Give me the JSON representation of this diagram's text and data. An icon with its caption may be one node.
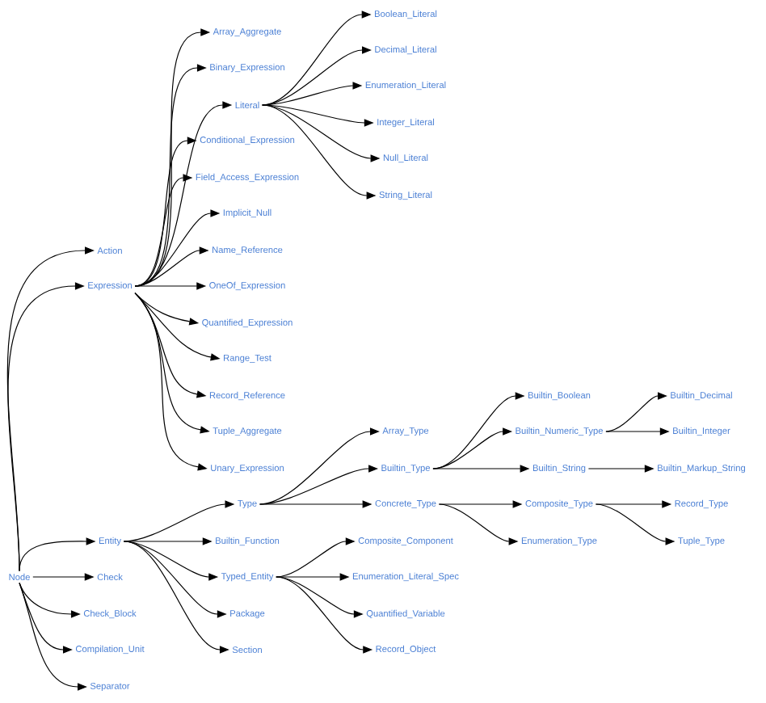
{
  "diagram": {
    "nodes": [
      {
        "text": [
          "Node"
        ]
      },
      {
        "text": [
          "Action"
        ]
      },
      {
        "text": [
          "Expression"
        ]
      },
      {
        "text": [
          "Array_Aggregate"
        ]
      },
      {
        "text": [
          "Binary_Expression"
        ]
      },
      {
        "text": [
          "Literal"
        ]
      },
      {
        "text": [
          "Boolean_Literal"
        ]
      },
      {
        "text": [
          "Decimal_Literal"
        ]
      },
      {
        "text": [
          "Enumeration_Literal"
        ]
      },
      {
        "text": [
          "Integer_Literal"
        ]
      },
      {
        "text": [
          "Null_Literal"
        ]
      },
      {
        "text": [
          "String_Literal"
        ]
      },
      {
        "text": [
          "Conditional_Expression"
        ]
      },
      {
        "text": [
          "Field_Access_Expression"
        ]
      },
      {
        "text": [
          "Implicit_Null"
        ]
      },
      {
        "text": [
          "Name_Reference"
        ]
      },
      {
        "text": [
          "OneOf_Expression"
        ]
      },
      {
        "text": [
          "Quantified_Expression"
        ]
      },
      {
        "text": [
          "Range_Test"
        ]
      },
      {
        "text": [
          "Record_Reference"
        ]
      },
      {
        "text": [
          "Tuple_Aggregate"
        ]
      },
      {
        "text": [
          "Unary_Expression"
        ]
      },
      {
        "text": [
          "Entity"
        ]
      },
      {
        "text": [
          "Type"
        ]
      },
      {
        "text": [
          "Array_Type"
        ]
      },
      {
        "text": [
          "Builtin_Type"
        ]
      },
      {
        "text": [
          "Builtin_Boolean"
        ]
      },
      {
        "text": [
          "Builtin_Numeric_Type"
        ]
      },
      {
        "text": [
          "Builtin_Decimal"
        ]
      },
      {
        "text": [
          "Builtin_Integer"
        ]
      },
      {
        "text": [
          "Builtin_String"
        ]
      },
      {
        "text": [
          "Builtin_Markup_String"
        ]
      },
      {
        "text": [
          "Concrete_Type"
        ]
      },
      {
        "text": [
          "Composite_Type"
        ]
      },
      {
        "text": [
          "Record_Type"
        ]
      },
      {
        "text": [
          "Tuple_Type"
        ]
      },
      {
        "text": [
          "Enumeration_Type"
        ]
      },
      {
        "text": [
          "Builtin_Function"
        ]
      },
      {
        "text": [
          "Typed_Entity"
        ]
      },
      {
        "text": [
          "Composite_Component"
        ]
      },
      {
        "text": [
          "Enumeration_Literal_Spec"
        ]
      },
      {
        "text": [
          "Quantified_Variable"
        ]
      },
      {
        "text": [
          "Record_Object"
        ]
      },
      {
        "text": [
          "Package"
        ]
      },
      {
        "text": [
          "Section"
        ]
      },
      {
        "text": [
          "Check"
        ]
      },
      {
        "text": [
          "Check_Block"
        ]
      },
      {
        "text": [
          "Compilation_Unit"
        ]
      },
      {
        "text": [
          "Separator"
        ]
      }
    ],
    "edges": [
      {
        "from": 0,
        "to": 1,
        "arrow": "to"
      },
      {
        "from": 0,
        "to": 2,
        "arrow": "to"
      },
      {
        "from": 0,
        "to": 22,
        "arrow": "to"
      },
      {
        "from": 0,
        "to": 45,
        "arrow": "to"
      },
      {
        "from": 0,
        "to": 46,
        "arrow": "to"
      },
      {
        "from": 0,
        "to": 47,
        "arrow": "to"
      },
      {
        "from": 0,
        "to": 48,
        "arrow": "to"
      },
      {
        "from": 2,
        "to": 3,
        "arrow": "to"
      },
      {
        "from": 2,
        "to": 4,
        "arrow": "to"
      },
      {
        "from": 2,
        "to": 5,
        "arrow": "to"
      },
      {
        "from": 2,
        "to": 12,
        "arrow": "to"
      },
      {
        "from": 2,
        "to": 13,
        "arrow": "to"
      },
      {
        "from": 2,
        "to": 14,
        "arrow": "to"
      },
      {
        "from": 2,
        "to": 15,
        "arrow": "to"
      },
      {
        "from": 2,
        "to": 16,
        "arrow": "to"
      },
      {
        "from": 2,
        "to": 17,
        "arrow": "to"
      },
      {
        "from": 2,
        "to": 18,
        "arrow": "to"
      },
      {
        "from": 2,
        "to": 19,
        "arrow": "to"
      },
      {
        "from": 2,
        "to": 20,
        "arrow": "to"
      },
      {
        "from": 2,
        "to": 21,
        "arrow": "to"
      },
      {
        "from": 5,
        "to": 6,
        "arrow": "to"
      },
      {
        "from": 5,
        "to": 7,
        "arrow": "to"
      },
      {
        "from": 5,
        "to": 8,
        "arrow": "to"
      },
      {
        "from": 5,
        "to": 9,
        "arrow": "to"
      },
      {
        "from": 5,
        "to": 10,
        "arrow": "to"
      },
      {
        "from": 5,
        "to": 11,
        "arrow": "to"
      },
      {
        "from": 22,
        "to": 23,
        "arrow": "to"
      },
      {
        "from": 22,
        "to": 37,
        "arrow": "to"
      },
      {
        "from": 22,
        "to": 38,
        "arrow": "to"
      },
      {
        "from": 22,
        "to": 43,
        "arrow": "to"
      },
      {
        "from": 22,
        "to": 44,
        "arrow": "to"
      },
      {
        "from": 23,
        "to": 24,
        "arrow": "to"
      },
      {
        "from": 23,
        "to": 25,
        "arrow": "to"
      },
      {
        "from": 23,
        "to": 32,
        "arrow": "to"
      },
      {
        "from": 25,
        "to": 26,
        "arrow": "to"
      },
      {
        "from": 25,
        "to": 27,
        "arrow": "to"
      },
      {
        "from": 25,
        "to": 30,
        "arrow": "to"
      },
      {
        "from": 27,
        "to": 28,
        "arrow": "to"
      },
      {
        "from": 27,
        "to": 29,
        "arrow": "to"
      },
      {
        "from": 30,
        "to": 31,
        "arrow": "to"
      },
      {
        "from": 32,
        "to": 33,
        "arrow": "to"
      },
      {
        "from": 32,
        "to": 36,
        "arrow": "to"
      },
      {
        "from": 33,
        "to": 34,
        "arrow": "to"
      },
      {
        "from": 33,
        "to": 35,
        "arrow": "to"
      },
      {
        "from": 38,
        "to": 39,
        "arrow": "to"
      },
      {
        "from": 38,
        "to": 40,
        "arrow": "to"
      },
      {
        "from": 38,
        "to": 41,
        "arrow": "to"
      },
      {
        "from": 38,
        "to": 42,
        "arrow": "to"
      }
    ]
  }
}
